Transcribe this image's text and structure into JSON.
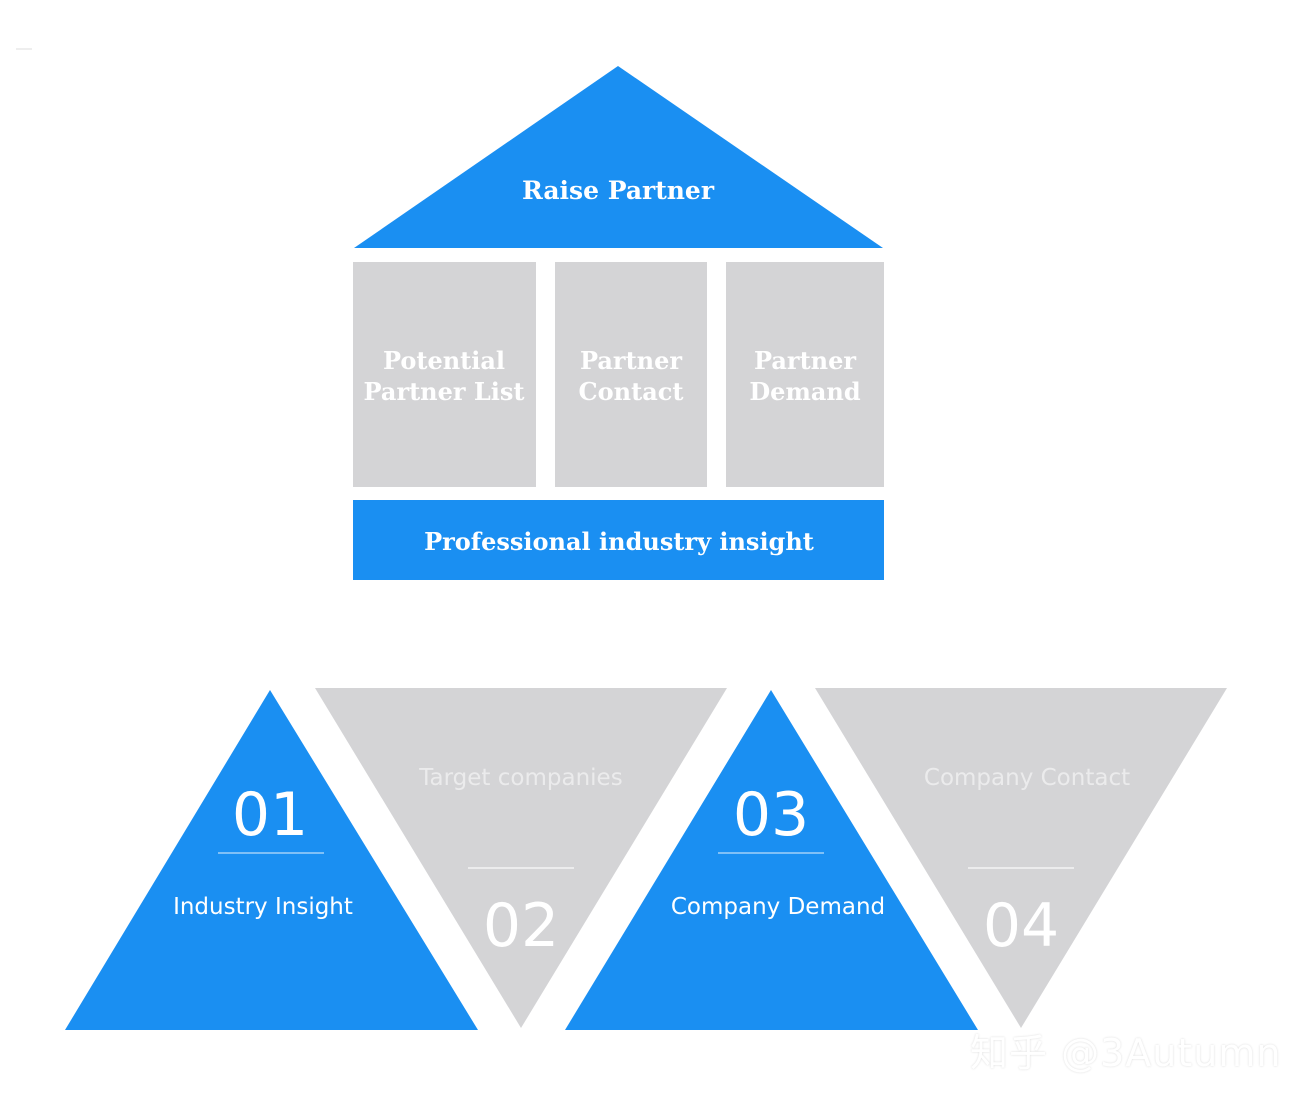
{
  "colors": {
    "blue": "#1a8ff2",
    "gray": "#d4d4d6",
    "white": "#ffffff"
  },
  "house": {
    "roof": "Raise Partner",
    "pillars": [
      {
        "line1": "Potential",
        "line2": "Partner List"
      },
      {
        "line1": "Partner",
        "line2": "Contact"
      },
      {
        "line1": "Partner",
        "line2": "Demand"
      }
    ],
    "base": "Professional industry insight"
  },
  "steps": [
    {
      "number": "01",
      "label": "Industry Insight"
    },
    {
      "number": "02",
      "label": "Target companies"
    },
    {
      "number": "03",
      "label": "Company Demand"
    },
    {
      "number": "04",
      "label": "Company Contact"
    }
  ],
  "watermark": "知乎 @3Autumn"
}
